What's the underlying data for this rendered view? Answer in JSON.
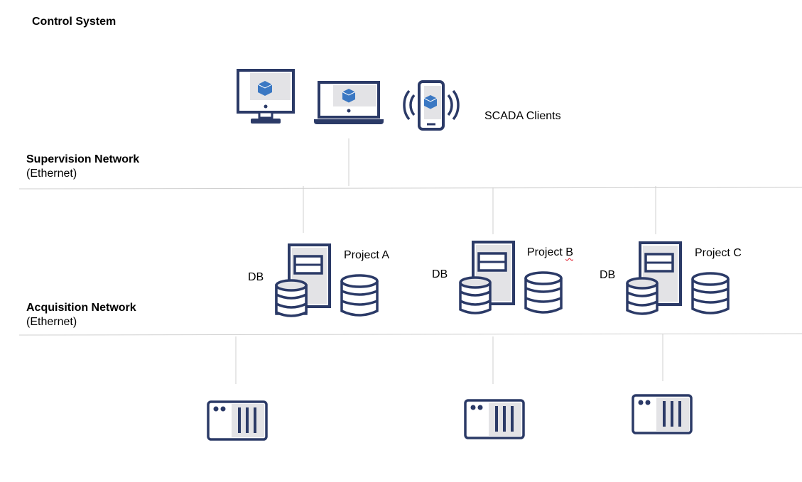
{
  "title": "Control System",
  "supervision_network": {
    "name": "Supervision Network",
    "subtitle": "(Ethernet)"
  },
  "acquisition_network": {
    "name": "Acquisition Network",
    "subtitle": "(Ethernet)"
  },
  "clients": {
    "label": "SCADA Clients",
    "devices": [
      "desktop-monitor-icon",
      "laptop-icon",
      "smartphone-icon"
    ]
  },
  "projects": [
    {
      "label": "Project A",
      "db_label": "DB"
    },
    {
      "label": "Project B",
      "db_label": "DB",
      "spellcheck_underline": "B"
    },
    {
      "label": "Project C",
      "db_label": "DB"
    }
  ],
  "colors": {
    "navy": "#2b3a67",
    "blue": "#3b78c3",
    "gray_fill": "#e3e3e6",
    "line": "#cccccc"
  }
}
